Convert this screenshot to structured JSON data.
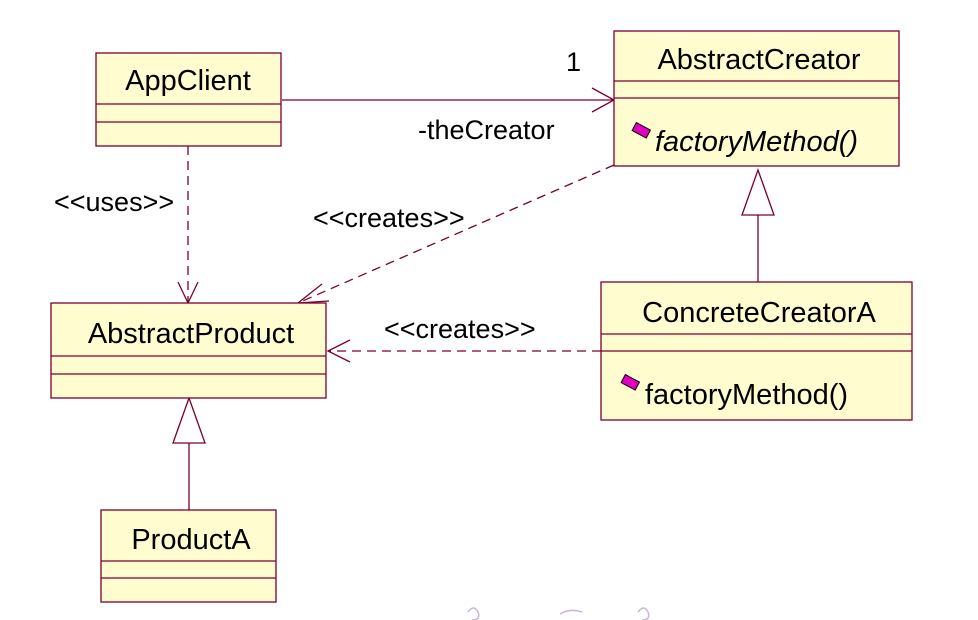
{
  "classes": {
    "app_client": {
      "name": "AppClient"
    },
    "abstract_creator": {
      "name": "AbstractCreator",
      "operation": "factoryMethod()"
    },
    "abstract_product": {
      "name": "AbstractProduct"
    },
    "concrete_creator_a": {
      "name": "ConcreteCreatorA",
      "operation": "factoryMethod()"
    },
    "product_a": {
      "name": "ProductA"
    }
  },
  "relations": {
    "association": {
      "multiplicity": "1",
      "role": "-theCreator"
    },
    "uses": {
      "label": "<<uses>>"
    },
    "creates_abstract": {
      "label": "<<creates>>"
    },
    "creates_concrete": {
      "label": "<<creates>>"
    }
  },
  "colors": {
    "box_fill": "#fffdd0",
    "line": "#7a0030",
    "operation_icon": "#e000c0"
  },
  "icons": {
    "operation": "operation-icon"
  }
}
